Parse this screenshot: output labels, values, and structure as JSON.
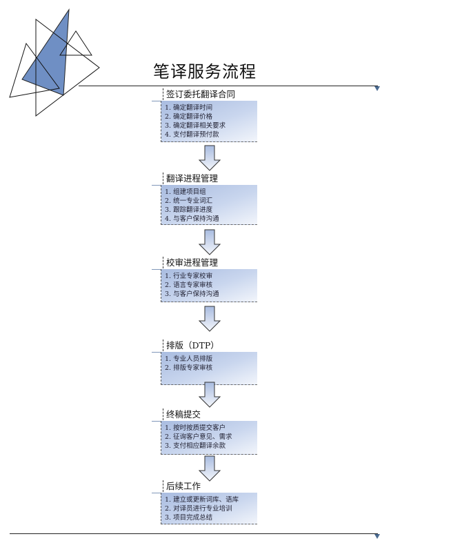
{
  "title": "笔译服务流程",
  "sections": [
    {
      "heading": "签订委托翻译合同",
      "items": [
        "1. 确定翻译时间",
        "2. 确定翻译价格",
        "3. 确定翻译相关要求",
        "4. 支付翻译预付款"
      ]
    },
    {
      "heading": "翻译进程管理",
      "items": [
        "1. 组建项目组",
        "2. 统一专业词汇",
        "3. 跟踪翻译进度",
        "4. 与客户保持沟通"
      ]
    },
    {
      "heading": "校审进程管理",
      "items": [
        "1. 行业专家校审",
        "2. 语言专家审核",
        "3. 与客户保持沟通"
      ]
    },
    {
      "heading": "排版（DTP）",
      "items": [
        "1. 专业人员排版",
        "2. 排版专家审核"
      ]
    },
    {
      "heading": "终稿提交",
      "items": [
        "1. 按时按质提交客户",
        "2. 征询客户意见、需求",
        "3. 支付相应翻译余款"
      ]
    },
    {
      "heading": "后续工作",
      "items": [
        "1. 建立或更新词库、语库",
        "2. 对译员进行专业培训",
        "3. 项目完成总结"
      ]
    }
  ],
  "colors": {
    "accent": "#6f8fc4",
    "box": "#b8c8e8"
  }
}
